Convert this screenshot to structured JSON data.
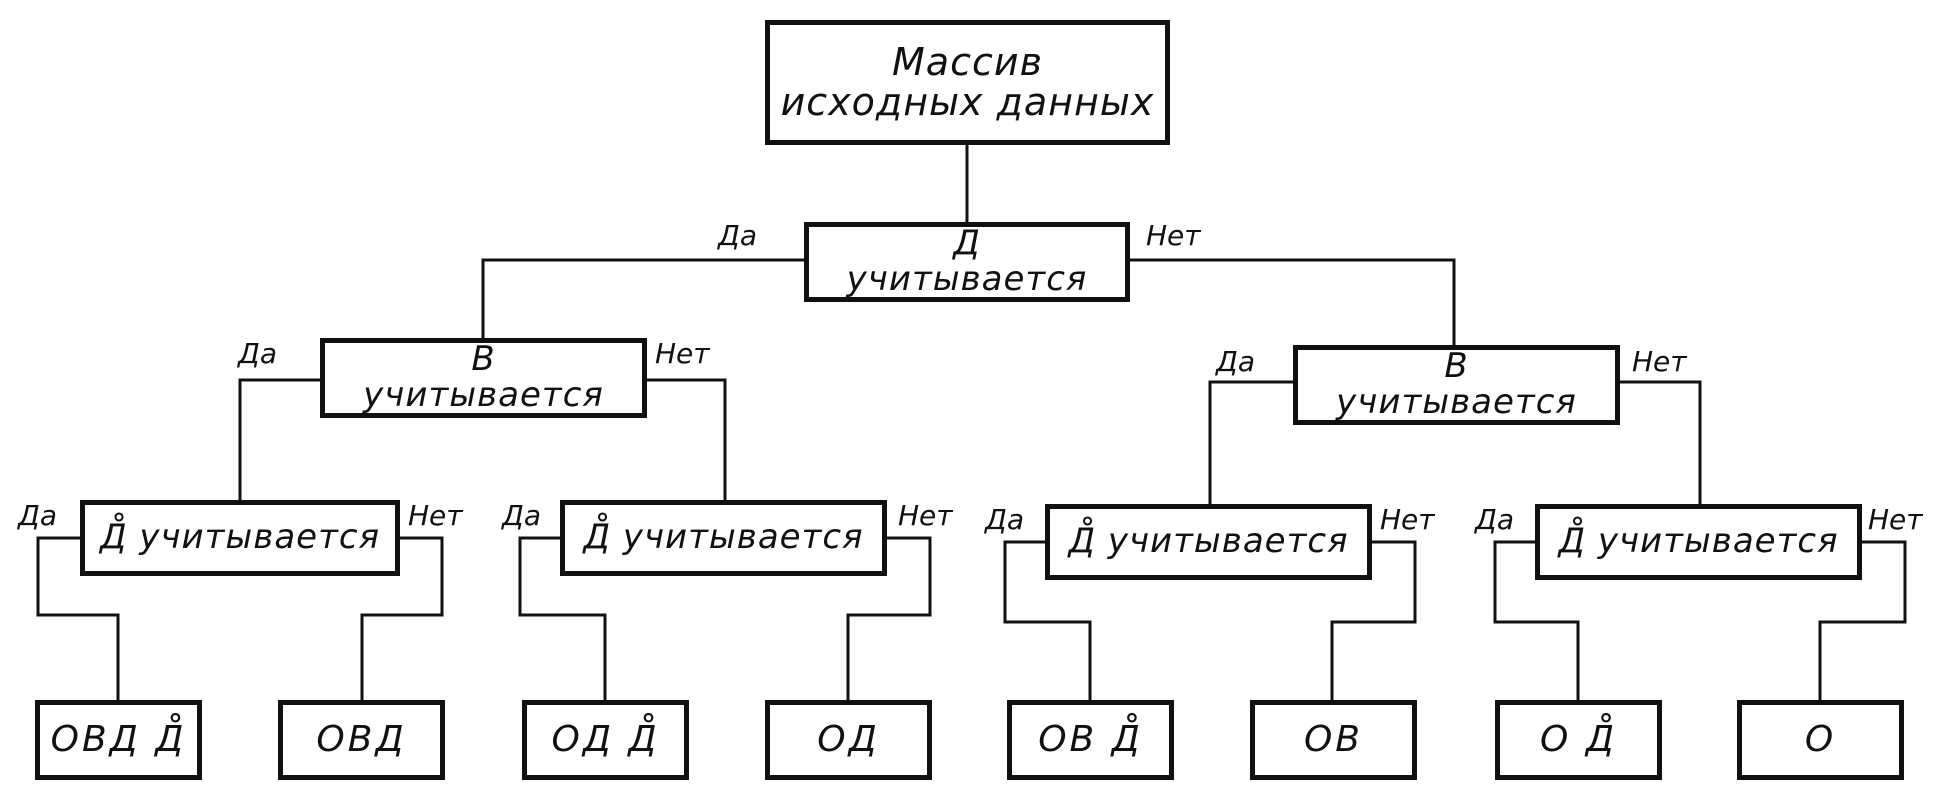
{
  "diagram": {
    "root": {
      "line1": "Массив",
      "line2": "исходных  данных"
    },
    "level1": {
      "line1": "Д",
      "line2": "учитывается"
    },
    "level2": {
      "left": {
        "line1": "В",
        "line2": "учитывается"
      },
      "right": {
        "line1": "В",
        "line2": "учитывается"
      }
    },
    "level3": {
      "c1": "Д̊ учитывается",
      "c2": "Д̊ учитывается",
      "c3": "Д̊ учитывается",
      "c4": "Д̊ учитывается"
    },
    "leaves": [
      "ОВД Д̊",
      "ОВД",
      "ОД Д̊",
      "ОД",
      "ОВ Д̊",
      "ОВ",
      "О Д̊",
      "О"
    ],
    "branch_labels": {
      "yes": "Да",
      "no": "Нет"
    }
  }
}
